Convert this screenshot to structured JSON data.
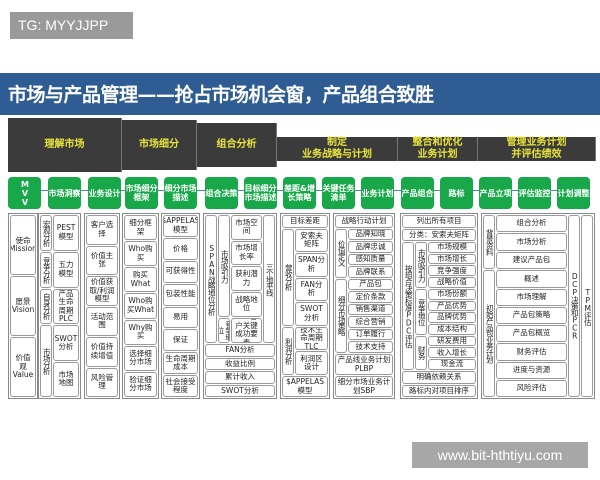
{
  "watermark_top": "TG: MYYJJPP",
  "watermark_bottom": "www.bit-hthtiyu.com",
  "title": "市场与产品管理——抢占市场机会窗，产品组合致胜",
  "colors": {
    "header": "#2f5d93",
    "phase_bg": "#3b3b3b",
    "phase_text": "#e8e43a",
    "step": "#18a84a"
  },
  "phases": [
    "理解市场",
    "市场细分",
    "组合分析",
    "制定\n业务战略与计划",
    "整合和优化\n业务计划",
    "管理业务计划\n并评估绩效"
  ],
  "steps": [
    "MVV",
    "市场洞察",
    "业务设计",
    "市场细分框架",
    "细分市场描述",
    "组合决策",
    "目标细分市场描述",
    "差距&增长策略",
    "关键任务清单",
    "业务计划",
    "产品组合",
    "路标",
    "产品立项",
    "评估监控",
    "计划调整"
  ],
  "columns": [
    {
      "heads": [],
      "groups": [
        {
          "side": "",
          "items": [
            "使命\nMission",
            "愿景\nVision",
            "价值观\nValue"
          ]
        }
      ],
      "tails": []
    },
    {
      "heads": [],
      "groups": [
        {
          "side": "宏观分析",
          "items": [
            "PEST模型"
          ]
        },
        {
          "side": "竞争分析",
          "items": [
            "五力模型"
          ]
        },
        {
          "side": "自身分析",
          "items": [
            "产品生命周期PLC"
          ]
        },
        {
          "side": "市场分析",
          "items": [
            "SWOT分析",
            "市场地图"
          ]
        }
      ],
      "tails": []
    },
    {
      "heads": [],
      "groups": [
        {
          "side": "",
          "items": [
            "客户选择",
            "价值主张",
            "价值获取/利润模型",
            "活动范围",
            "价值持续增值",
            "风险管理"
          ]
        }
      ],
      "tails": []
    },
    {
      "heads": [],
      "groups": [
        {
          "side": "",
          "items": [
            "细分框架",
            "Who购买",
            "购买What",
            "Who购买What",
            "Why购买",
            "选择细分市场",
            "验证细分市场"
          ]
        }
      ],
      "tails": []
    },
    {
      "heads": [],
      "groups": [
        {
          "side": "",
          "items": [
            "$APPELAS模型",
            "价格",
            "可获得性",
            "包装性能",
            "易用",
            "保证",
            "生命周期成本",
            "社会接受程度"
          ]
        }
      ],
      "tails": []
    },
    {
      "heads": [],
      "outer_side": "SPAN战略地位分析",
      "groups": [
        {
          "side": "市场吸引力",
          "items": [
            "市场空间",
            "市场增长率",
            "获利潜力",
            "战略地位"
          ]
        },
        {
          "side": "竞争地位",
          "items": [
            "CSF客户关键成功要素"
          ]
        }
      ],
      "right_sides": [
        "三个地平线"
      ],
      "tails": [
        "FAN分析",
        "收益比例",
        "累计收入",
        "SWOT分析"
      ]
    },
    {
      "heads": [
        "目标差距"
      ],
      "groups": [
        {
          "side": "营收分析",
          "items": [
            "安索夫矩阵",
            "SPAN分析",
            "FAN分析",
            "SWOT分析"
          ]
        },
        {
          "side": "利润分析",
          "items": [
            "技术生命周期TLC",
            "利润区设计"
          ]
        }
      ],
      "tails": [
        "$APPELAS模型"
      ]
    },
    {
      "heads": [
        "战略行动计划"
      ],
      "groups": [
        {
          "side": "价值定义",
          "items": [
            "品牌知晓",
            "品牌忠诚",
            "感知质量",
            "品牌联系"
          ]
        },
        {
          "side": "细分市场策略",
          "items": [
            "产品包",
            "定价条款",
            "销售渠道",
            "综合营销",
            "订单履行",
            "技术支持"
          ]
        }
      ],
      "tails": [
        "产品线业务计划PLBP",
        "细分市场业务计划SBP"
      ]
    },
    {
      "heads": [
        "列出所有项目",
        "分类：安索夫矩阵"
      ],
      "outer_side": "按组合决策标准PDC评估",
      "groups": [
        {
          "side": "市场吸引力",
          "items": [
            "市场规模",
            "市场增长",
            "竞争强度",
            "战略价值"
          ]
        },
        {
          "side": "竞争地位",
          "items": [
            "市场份额",
            "产品优势",
            "品牌优势",
            "成本结构"
          ]
        },
        {
          "side": "财务",
          "items": [
            "研发费用",
            "收入增长",
            "现金流"
          ]
        }
      ],
      "tails": [
        "明确依赖关系",
        "路标内对项目排序"
      ]
    },
    {
      "heads": [],
      "groups": [
        {
          "side": "背景资料",
          "items": [
            "组合分析",
            "市场分析",
            "建议产品包"
          ]
        },
        {
          "side": "初始产品包业务计划",
          "items": [
            "概述",
            "市场理解",
            "产品包策略",
            "产品包概览",
            "财务评估",
            "进度与资源",
            "风险评估"
          ]
        }
      ],
      "right_sides": [
        "DCP决策和PCR",
        "TPM评估"
      ],
      "tails": []
    }
  ]
}
